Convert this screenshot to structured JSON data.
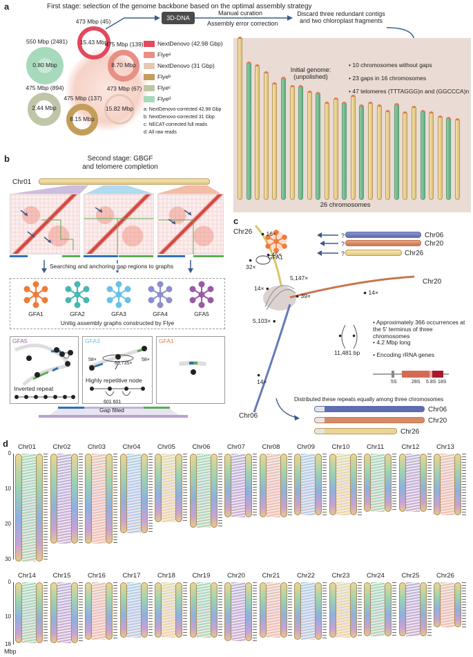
{
  "panels": {
    "a": "a",
    "b": "b",
    "c": "c",
    "d": "d"
  },
  "a": {
    "title": "First stage: selection of the genome backbone based on the optimal assembly strategy",
    "rings": [
      {
        "top": "473 Mbp (45)",
        "center": "15.43 Mbp",
        "color": "#e2495d"
      },
      {
        "top": "550 Mbp (2481)",
        "center": "0.80 Mbp",
        "color": "#a7d9bd"
      },
      {
        "top": "475 Mbp (139)",
        "center": "8.70 Mbp",
        "color": "#e88f86"
      },
      {
        "top": "475 Mbp (894)",
        "center": "2.44 Mbp",
        "color": "#bfc6a8"
      },
      {
        "top": "475 Mbp (137)",
        "center": "8.15 Mbp",
        "color": "#c39e5a"
      },
      {
        "top": "473 Mbp (67)",
        "center": "15.82 Mbp",
        "color": "#e6c7b3"
      }
    ],
    "legend": [
      {
        "label": "NextDenovo (42.98 Gbp)",
        "color": "#e2495d"
      },
      {
        "label": "Flyeᵃ",
        "color": "#e88f86"
      },
      {
        "label": "NextDenovo (31 Gbp)",
        "color": "#e6c7b3"
      },
      {
        "label": "Flyeᵇ",
        "color": "#c39e5a"
      },
      {
        "label": "Flyeᶜ",
        "color": "#bfc6a8"
      },
      {
        "label": "Flyeᵈ",
        "color": "#a7d9bd"
      }
    ],
    "notes": [
      "a: NextDenovo-corrected 42.98 Gbp",
      "b: NextDenovo-corrected 31 Gbp",
      "c: NECAT-corrected full reads",
      "d: All raw reads"
    ],
    "button": "3D-DNA",
    "curation1": "Manual curation",
    "curation2": "Assembly error correction",
    "discard": "Discard three redundant contigs and two chloroplast fragments",
    "initial_title": "Initial genome: (unpolished)",
    "bullets": [
      "10 chromosomes without gaps",
      "23 gaps in 16 chromosomes",
      "47 telomeres (TTTAGGG)n and (GGCCCA)n"
    ],
    "chrom_count": "26 chromosomes"
  },
  "b": {
    "title": "Second stage: GBGF and telomere completion",
    "chr_label": "Chr01",
    "search": "Searching and anchoring gap regions to graphs",
    "gfas": [
      "GFA1",
      "GFA2",
      "GFA3",
      "GFA4",
      "GFA5"
    ],
    "gfa_colors": [
      "#ef7b3a",
      "#49b6b2",
      "#6cc0e6",
      "#8c8ed0",
      "#9a5aa6"
    ],
    "unitig": "Unitig assembly graphs constructed by Flye",
    "box1": {
      "title": "GFA5",
      "caption": "Inverted repeat",
      "path": [
        "1",
        "2",
        "3",
        "4",
        "5",
        "4",
        "6"
      ]
    },
    "box2": {
      "title": "GFA3",
      "node": "69,735×",
      "n1": "58×",
      "n3": "58×",
      "caption": "Highly repetitive node",
      "path": [
        "1",
        "2",
        "3"
      ],
      "loops": "601  601"
    },
    "box3": {
      "title": "GFA1"
    },
    "gap": "Gap filled"
  },
  "c": {
    "chr26": "Chr26",
    "chr06": "Chr06",
    "chr20": "Chr20",
    "gfa": "GFA1",
    "labels": [
      "16×",
      "45×",
      "32×",
      "14×",
      "5,147×",
      "39×",
      "14×",
      "5,103×",
      "14×"
    ],
    "bp": "11,481 bp",
    "bullets": [
      "Approximately 366 occurrences at the 5′ terminus of three chromosomes",
      "4.2 Mbp long",
      "Encoding rRNA genes"
    ],
    "rrna": [
      "5S",
      "28S",
      "5.8S",
      "18S"
    ],
    "distributed": "Distributed these repeats equally among three chromosomes",
    "q": "?"
  },
  "d": {
    "row1": [
      "Chr01",
      "Chr02",
      "Chr03",
      "Chr04",
      "Chr05",
      "Chr06",
      "Chr07",
      "Chr08",
      "Chr09",
      "Chr10",
      "Chr11",
      "Chr12",
      "Chr13"
    ],
    "row2": [
      "Chr14",
      "Chr15",
      "Chr16",
      "Chr17",
      "Chr18",
      "Chr19",
      "Chr20",
      "Chr21",
      "Chr22",
      "Chr23",
      "Chr24",
      "Chr25",
      "Chr26"
    ],
    "ticks1": [
      "0",
      "10",
      "20",
      "30"
    ],
    "ticks2": [
      "0",
      "10",
      "18"
    ],
    "unit": "Mbp",
    "lengths1": [
      30.5,
      25.5,
      25.5,
      22.5,
      19.5,
      21,
      18,
      18,
      17.5,
      17.5,
      16.5,
      16.5,
      17.5
    ],
    "lengths2": [
      17.5,
      17.5,
      16.5,
      16,
      16,
      16,
      17,
      16,
      16.5,
      16,
      15.5,
      15.5,
      13
    ]
  }
}
